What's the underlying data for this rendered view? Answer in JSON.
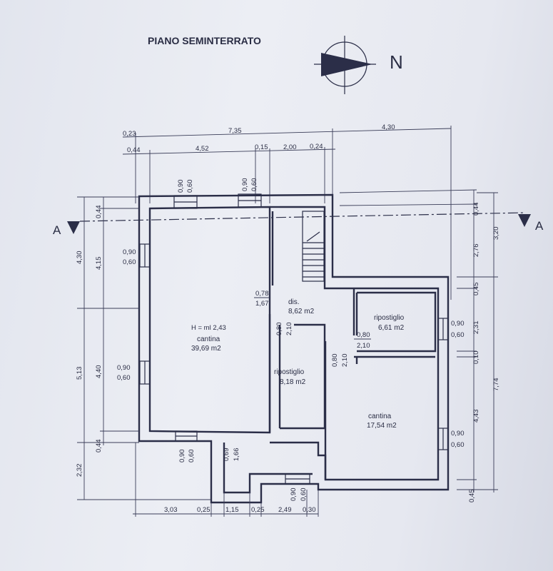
{
  "title": "PIANO SEMINTERRATO",
  "north": {
    "label": "N",
    "icon": "north-arrow-icon"
  },
  "section": {
    "left": "A",
    "right": "A"
  },
  "top_dims": {
    "row1": [
      "0,23",
      "7,35",
      "4,30"
    ],
    "row2": [
      "0,44",
      "4,52",
      "0,15",
      "2,00",
      "0,24"
    ]
  },
  "bottom_dims": [
    "3,03",
    "0,25",
    "1,15",
    "0,25",
    "2,49",
    "0,30"
  ],
  "left_dims": {
    "outer": [
      "4,30",
      "5,13",
      "2,32"
    ],
    "inner": [
      "0,44",
      "4,15",
      "4,40",
      "0,44"
    ]
  },
  "right_dims": {
    "inner": [
      "0,44",
      "2,76",
      "0,45",
      "2,31",
      "0,10",
      "4,43",
      "0,45"
    ],
    "outer": [
      "3,20",
      "7,74"
    ]
  },
  "openings": {
    "top1": [
      "0,90",
      "0,60"
    ],
    "top2": [
      "0,90",
      "0,60"
    ],
    "left1": [
      "0,90",
      "0,60"
    ],
    "left2": [
      "0,90",
      "0,60"
    ],
    "bottom1": [
      "0,90",
      "0,60"
    ],
    "bottom2": [
      "0,90",
      "0,60"
    ],
    "door_bottom": [
      "0,69",
      "1,66"
    ],
    "door_main": [
      "0,78",
      "1,67"
    ],
    "door_rip1": [
      "0,80",
      "2,10"
    ],
    "door_rip2": [
      "0,80",
      "2,10"
    ],
    "door_cantina2": [
      "0,80",
      "2,10"
    ],
    "right1": [
      "0,90",
      "0,60"
    ],
    "right2": [
      "0,90",
      "0,60"
    ]
  },
  "rooms": {
    "cantina_main": {
      "height": "H = ml 2,43",
      "name": "cantina",
      "area": "39,69 m2"
    },
    "dis": {
      "name": "dis.",
      "area": "8,62 m2"
    },
    "ripostiglio_1": {
      "name": "ripostiglio",
      "area": "6,61 m2"
    },
    "ripostiglio_2": {
      "name": "ripostiglio",
      "area": "8,18 m2"
    },
    "cantina_2": {
      "name": "cantina",
      "area": "17,54 m2"
    }
  }
}
